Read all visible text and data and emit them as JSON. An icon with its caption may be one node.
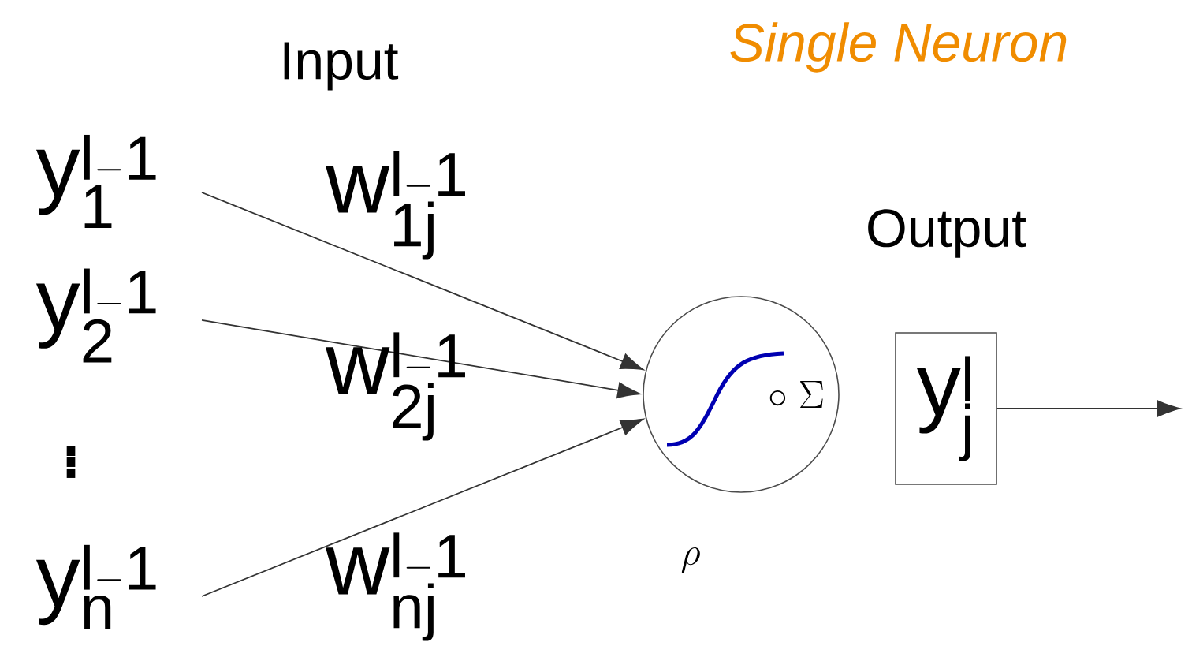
{
  "diagram": {
    "title": "Single Neuron",
    "nodes": [
      {
        "text": [
          "\\mathrm{y_1^{l-1}}"
        ]
      },
      {
        "text": [
          "\\mathrm{y_2^{l-1}}"
        ]
      },
      {
        "text": [
          "\\mathrm{y_n^{l-1}}"
        ]
      },
      {
        "text": [
          "\\circ\\;\\Sigma"
        ],
        "beside": [
          "\\rho"
        ]
      },
      {
        "text": [
          "\\mathrm{y_j^{l}}"
        ]
      }
    ],
    "edges": [
      {
        "from": 0,
        "to": 3,
        "arrow": "to",
        "label": "\\mathrm{w_{1j}^{l-1}}"
      },
      {
        "from": 1,
        "to": 3,
        "arrow": "to",
        "label": "\\mathrm{w_{2j}^{l-1}}"
      },
      {
        "from": 2,
        "to": 3,
        "arrow": "to",
        "label": "\\mathrm{w_{nj}^{l-1}}"
      },
      {
        "from": 4,
        "to": null,
        "arrow": "to"
      }
    ],
    "labels": [
      "Input",
      "Output",
      "\\vdots"
    ]
  }
}
